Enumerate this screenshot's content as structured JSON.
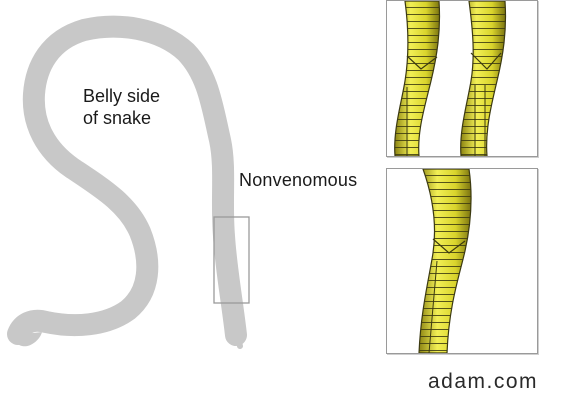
{
  "labels": {
    "belly_side": "Belly side\nof snake",
    "nonvenomous": "Nonvenomous"
  },
  "brand": {
    "text": "adam.com"
  },
  "colors": {
    "silhouette": "#c8c8c8",
    "highlight_box": "#9a9a9a",
    "scale_fill": "#e6e337",
    "scale_shadow": "#a9a218",
    "scale_line": "#3c3a10",
    "text": "#1a1a1a"
  },
  "icons": {
    "silhouette": "snake-silhouette",
    "top_panel": "snake-tails-comparison",
    "bottom_panel": "snake-tail-nonvenomous"
  }
}
